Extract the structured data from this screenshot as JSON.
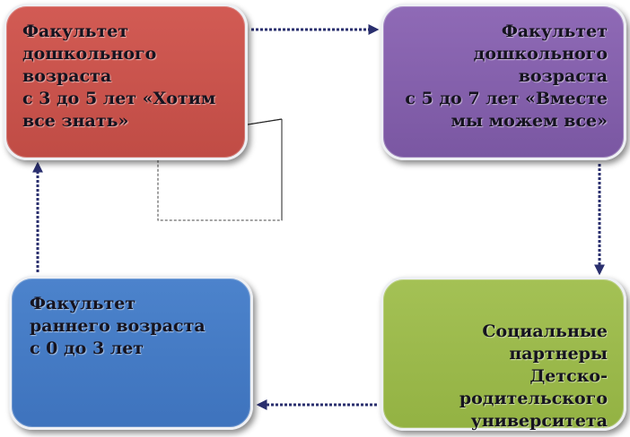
{
  "boxes": {
    "preschool_3_5": {
      "text": "Факультет\nдошкольного возраста\nс 3 до 5 лет «Хотим\nвсе знать»",
      "color": "#c9534c"
    },
    "preschool_5_7": {
      "text": "Факультет\nдошкольного возраста\nс 5 до 7 лет «Вместе\nмы можем все»",
      "color": "#8562ad"
    },
    "early_0_3": {
      "text": "Факультет\nраннего возраста\nс 0 до 3 лет",
      "color": "#457bc4"
    },
    "partners": {
      "text": "Социальные партнеры\nДетско-родительского\nуниверситета",
      "color": "#9bba4c"
    }
  },
  "connector_color": "#2a2f6e"
}
